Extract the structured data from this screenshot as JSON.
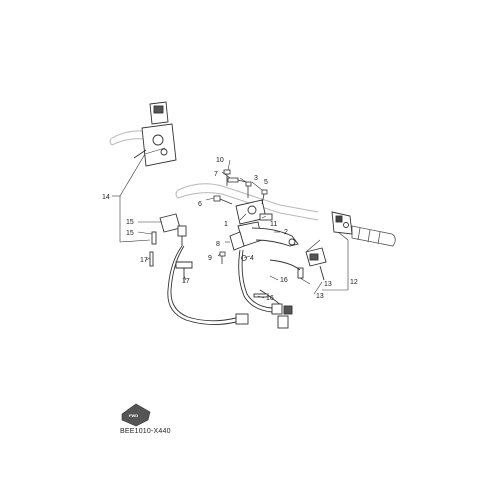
{
  "diagram": {
    "callouts": [
      {
        "id": "c1",
        "text": "1"
      },
      {
        "id": "c2",
        "text": "2"
      },
      {
        "id": "c3",
        "text": "3"
      },
      {
        "id": "c4",
        "text": "4"
      },
      {
        "id": "c5",
        "text": "5"
      },
      {
        "id": "c6",
        "text": "6"
      },
      {
        "id": "c7",
        "text": "7"
      },
      {
        "id": "c8",
        "text": "8"
      },
      {
        "id": "c9",
        "text": "9"
      },
      {
        "id": "c10",
        "text": "10"
      },
      {
        "id": "c11",
        "text": "11"
      },
      {
        "id": "c12",
        "text": "12"
      },
      {
        "id": "c13a",
        "text": "13"
      },
      {
        "id": "c13b",
        "text": "13"
      },
      {
        "id": "c14",
        "text": "14"
      },
      {
        "id": "c15a",
        "text": "15"
      },
      {
        "id": "c15b",
        "text": "15"
      },
      {
        "id": "c16a",
        "text": "16"
      },
      {
        "id": "c16b",
        "text": "16"
      },
      {
        "id": "c17a",
        "text": "17"
      },
      {
        "id": "c17b",
        "text": "17"
      }
    ],
    "fwd_label": "FWD",
    "drawing_code": "BEE1010-X440"
  }
}
